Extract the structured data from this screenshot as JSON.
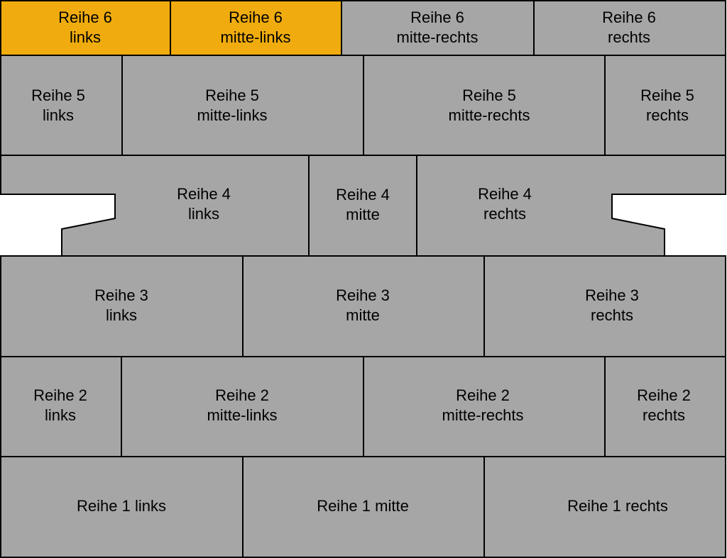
{
  "colors": {
    "stone": "#a6a6a6",
    "highlight": "#f0ac0e",
    "outline": "#000000",
    "text": "#000000"
  },
  "stones": [
    {
      "id": "r6-links",
      "lines": [
        "Reihe 6",
        "links"
      ],
      "highlighted": true
    },
    {
      "id": "r6-mitte-links",
      "lines": [
        "Reihe 6",
        "mitte-links"
      ],
      "highlighted": true
    },
    {
      "id": "r6-mitte-rechts",
      "lines": [
        "Reihe 6",
        "mitte-rechts"
      ],
      "highlighted": false
    },
    {
      "id": "r6-rechts",
      "lines": [
        "Reihe 6",
        "rechts"
      ],
      "highlighted": false
    },
    {
      "id": "r5-links",
      "lines": [
        "Reihe 5",
        "links"
      ],
      "highlighted": false
    },
    {
      "id": "r5-mitte-links",
      "lines": [
        "Reihe 5",
        "mitte-links"
      ],
      "highlighted": false
    },
    {
      "id": "r5-mitte-rechts",
      "lines": [
        "Reihe 5",
        "mitte-rechts"
      ],
      "highlighted": false
    },
    {
      "id": "r5-rechts",
      "lines": [
        "Reihe 5",
        "rechts"
      ],
      "highlighted": false
    },
    {
      "id": "r4-links",
      "lines": [
        "Reihe 4",
        "links"
      ],
      "highlighted": false
    },
    {
      "id": "r4-mitte",
      "lines": [
        "Reihe 4",
        "mitte"
      ],
      "highlighted": false
    },
    {
      "id": "r4-rechts",
      "lines": [
        "Reihe 4",
        "rechts"
      ],
      "highlighted": false
    },
    {
      "id": "r3-links",
      "lines": [
        "Reihe 3",
        "links"
      ],
      "highlighted": false
    },
    {
      "id": "r3-mitte",
      "lines": [
        "Reihe 3",
        "mitte"
      ],
      "highlighted": false
    },
    {
      "id": "r3-rechts",
      "lines": [
        "Reihe 3",
        "rechts"
      ],
      "highlighted": false
    },
    {
      "id": "r2-links",
      "lines": [
        "Reihe 2",
        "links"
      ],
      "highlighted": false
    },
    {
      "id": "r2-mitte-links",
      "lines": [
        "Reihe 2",
        "mitte-links"
      ],
      "highlighted": false
    },
    {
      "id": "r2-mitte-rechts",
      "lines": [
        "Reihe 2",
        "mitte-rechts"
      ],
      "highlighted": false
    },
    {
      "id": "r2-rechts",
      "lines": [
        "Reihe 2",
        "rechts"
      ],
      "highlighted": false
    },
    {
      "id": "r1-links",
      "lines": [
        "Reihe 1 links"
      ],
      "highlighted": false
    },
    {
      "id": "r1-mitte",
      "lines": [
        "Reihe 1 mitte"
      ],
      "highlighted": false
    },
    {
      "id": "r1-rechts",
      "lines": [
        "Reihe 1 rechts"
      ],
      "highlighted": false
    }
  ]
}
